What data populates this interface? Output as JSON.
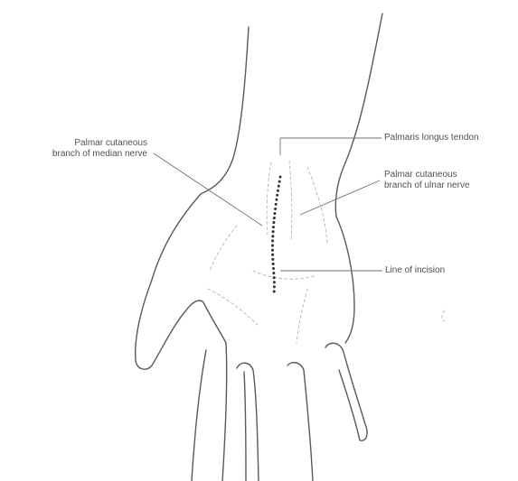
{
  "labels": {
    "median_branch_line1": "Palmar cutaneous",
    "median_branch_line2": "branch of median nerve",
    "palmaris_tendon": "Palmaris longus tendon",
    "ulnar_branch_line1": "Palmar cutaneous",
    "ulnar_branch_line2": "branch of ulnar nerve",
    "incision": "Line of incision"
  },
  "colors": {
    "outline": "#5a5a5a",
    "incision": "#333333",
    "text": "#505050"
  }
}
